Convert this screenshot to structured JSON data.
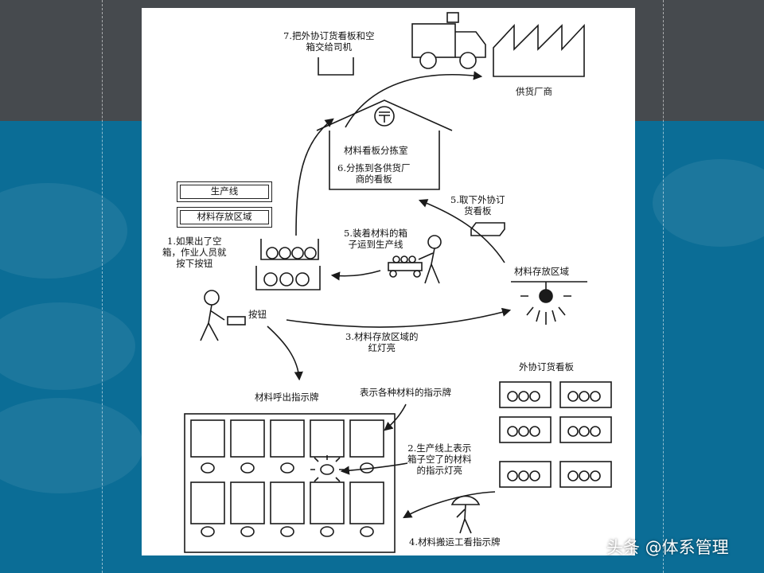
{
  "labels": {
    "step7": "7.把外协订货看板和空\n箱交给司机",
    "supplier": "供货厂商",
    "sorting_room": "材料看板分拣室",
    "step6": "6.分拣到各供货厂\n商的看板",
    "production_line": "生产线",
    "storage_area_left": "材料存放区域",
    "step5_take": "5.取下外协订\n货看板",
    "step5_carry": "5.装着材料的箱\n子运到生产线",
    "step1": "1.如果出了空\n箱，作业人员就\n按下按钮",
    "storage_area_right": "材料存放区域",
    "button": "按钮",
    "step3": "3.材料存放区域的\n红灯亮",
    "call_board": "材料呼出指示牌",
    "board_desc": "表示各种材料的指示牌",
    "outsource_kanban": "外协订货看板",
    "step2": "2.生产线上表示\n箱子空了的材料\n的指示灯亮",
    "step4": "4.材料搬运工看指示牌"
  },
  "watermark": "头条 @体系管理"
}
